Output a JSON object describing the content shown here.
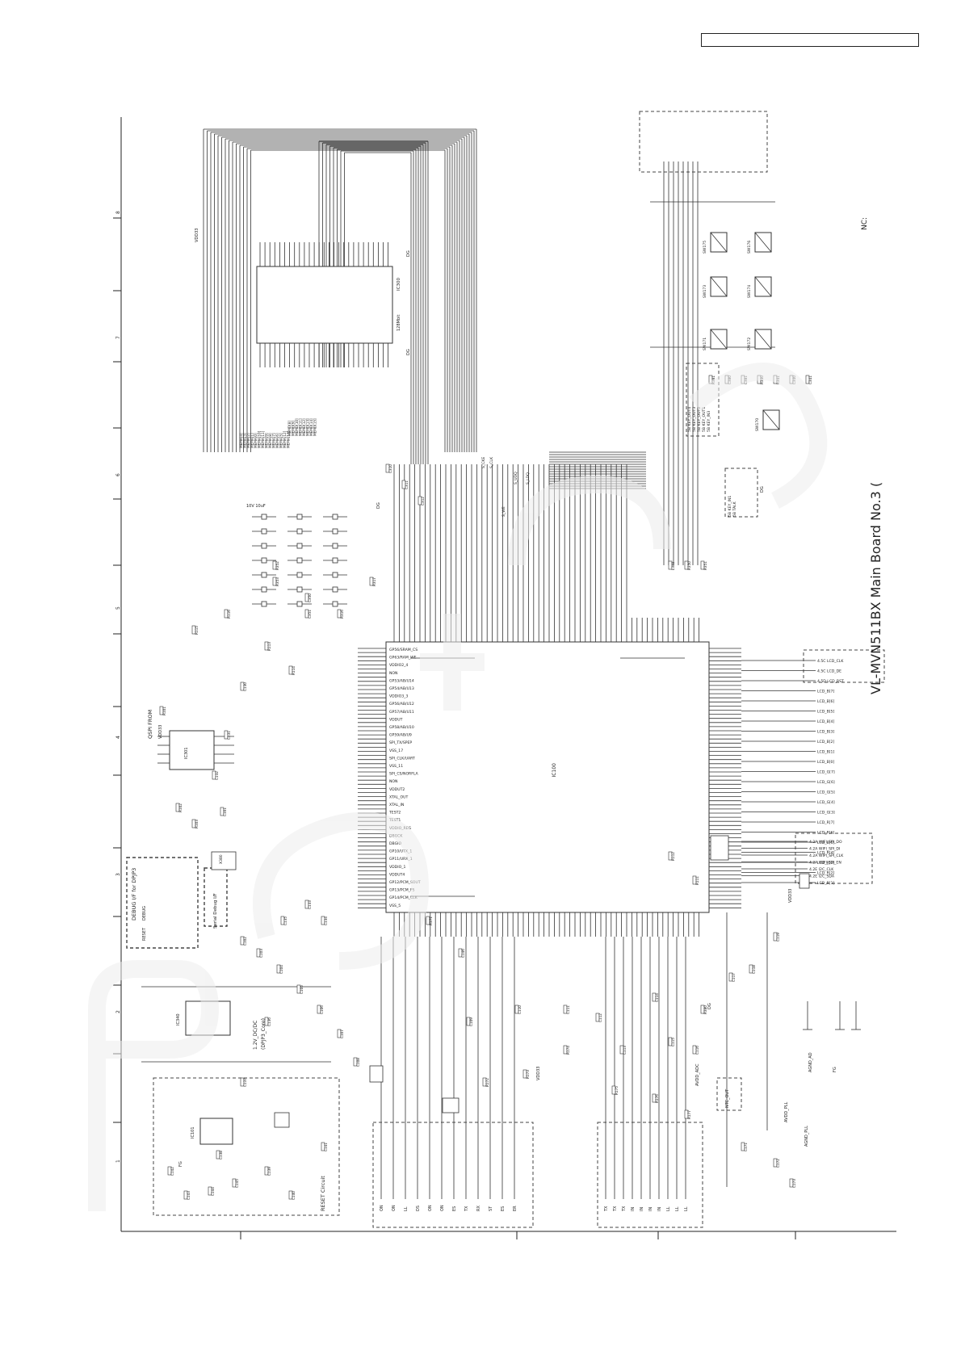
{
  "sheet": {
    "title": "VL-MVN511BX Main Board No.3 (",
    "nc_label": "NC:",
    "header_box_text": "",
    "column_markers": [
      "1",
      "2",
      "3",
      "4",
      "5",
      "6",
      "7",
      "8"
    ]
  },
  "blocks": {
    "reset": "RESET Circuit",
    "debug": "DEBUG I/F for DPJP3",
    "serial_debug": "Serial Debug I/F",
    "qspi": "QSPI FROM",
    "dcdc_1": "1.2V_DC/DC",
    "dcdc_2": "(DPJP3_Core)",
    "ntc": "NTC_OUT"
  },
  "ics": {
    "main": "IC100",
    "sdram": "IC300",
    "sdram_part": "128Mbit",
    "flash": "IC301",
    "reset_ic": "IC101",
    "dcdc_ic": "IC340",
    "xtal": "X380"
  },
  "nets": {
    "vdd33": "VDD33",
    "dg": "DG",
    "fg": "FG",
    "agnd_ad": "AGND_AD",
    "agnd_pll": "AGND_PLL",
    "avdd_pll": "AVDD_PLL",
    "avdd_adc": "AVDD_ADC",
    "debug": "DEBUG",
    "reset": "RESET",
    "s_cke": "S_CKE",
    "s_clk": "S_CLK",
    "s_we": "S_WE",
    "s_udq": "S_UDQ",
    "s_ldq": "S_LDQ"
  },
  "right_connector": [
    "4.5C LCD_CLK",
    "4.5C LCD_DE",
    "4.5D LCD_RST",
    "LCD_B[7]",
    "LCD_B[6]",
    "LCD_B[5]",
    "LCD_B[4]",
    "LCD_B[3]",
    "LCD_B[2]",
    "LCD_B[1]",
    "LCD_B[0]",
    "LCD_G[7]",
    "LCD_G[6]",
    "LCD_G[5]",
    "LCD_G[4]",
    "LCD_G[3]",
    "LCD_R[7]",
    "LCD_R[6]",
    "LCD_R[5]",
    "LCD_R[4]",
    "LCD_R[3]",
    "LCD_R[2]",
    "LCD_R[1]"
  ],
  "right_lower": [
    "4.2A WIFI_SPI_DO",
    "4.2A WIFI_SPI_DI",
    "4.2A WIFI_SPI_CLK",
    "4.2A WIFI_SPI_EN",
    "4.2E I2C_CLK",
    "4.2E I2C_SDA"
  ],
  "key_signals": [
    "5B KEY_OUT4",
    "5B KEY_OUT3",
    "5B KEY_OUT2",
    "5B KEY_OUT1",
    "5B KEY_IN3",
    "5B KEY_IN1",
    "5B TALK"
  ],
  "switches": [
    "SW171",
    "SW172",
    "SW173",
    "SW174",
    "SW175",
    "SW176",
    "SW170"
  ],
  "left_pins": [
    "GP56/SRAM_CS",
    "GP63/RAM_WE",
    "VDDIO2_4",
    "NON",
    "GP53/AB/U14",
    "GP54/AB/U13",
    "VDDIO3_3",
    "GP56/AB/U12",
    "GP57/AB/U11",
    "VDDUT",
    "GP58/AB/U10",
    "GP59/AB/U9",
    "SPI_TX/SPEP",
    "VSS_17",
    "SPI_CLK/UART",
    "VSS_11",
    "SPI_CS/NORFLA",
    "NON",
    "VDDUT2",
    "XTAL_OUT",
    "XTAL_IN",
    "TEST2",
    "TEST1",
    "VDDIO_REG",
    "DBGCK",
    "DBGIO",
    "GP10/UTX_1",
    "GP11/URX_1",
    "VDDIO_1",
    "VDDUT4",
    "GP12/PCM_SOUT",
    "GP13/PCM_FS",
    "GP14/PCM_CLK",
    "VSS_5"
  ],
  "bottom_nets": [
    "ON",
    "ON",
    "LL",
    "DS",
    "ON",
    "ON",
    "ES",
    "TX",
    "RX",
    "ST",
    "ES",
    "ER",
    "TX",
    "TX",
    "TX",
    "IN",
    "IN",
    "IN",
    "IN",
    "LL",
    "LL",
    "LL"
  ],
  "top_bus": [
    "MEMA[4]",
    "MEMA[3]",
    "MEMA[2]",
    "MEMA[1]",
    "MEMA[0]",
    "MEMA[10]",
    "MEMA[11]",
    "MEMA[9]",
    "MEMA[8]",
    "MEMA[7]",
    "MEMA[6]",
    "MEMA[5]",
    "MEMA[12]",
    "MEMA[13]",
    "MEMD[8]",
    "MEMD[9]",
    "MEMD[10]",
    "MEMD[11]",
    "MEMD[12]",
    "MEMD[13]",
    "MEMD[14]",
    "MEMD[15]"
  ],
  "components": [
    "R101",
    "R102",
    "R103",
    "C101",
    "C102",
    "C103",
    "C104",
    "C105",
    "C106",
    "C107",
    "C108",
    "C109",
    "C110",
    "C111",
    "C112",
    "C113",
    "C114",
    "C115",
    "C116",
    "C117",
    "C118",
    "C119",
    "R111",
    "R112",
    "R113",
    "R114",
    "R115",
    "R116",
    "C130",
    "C131",
    "C132",
    "C133",
    "C134",
    "C135",
    "C136",
    "C137",
    "C138",
    "C139",
    "C140",
    "C141",
    "C142",
    "C143",
    "C144",
    "C145",
    "C146",
    "R171",
    "R172",
    "R173",
    "R174",
    "R175",
    "R176",
    "R177",
    "C171",
    "C172",
    "C173",
    "R380",
    "R381",
    "C380",
    "C381",
    "R340",
    "R341",
    "C340",
    "C341",
    "L340",
    "R350",
    "R351",
    "R352",
    "R353",
    "C350",
    "C351",
    "R316",
    "R317",
    "C310",
    "C311",
    "C312"
  ]
}
